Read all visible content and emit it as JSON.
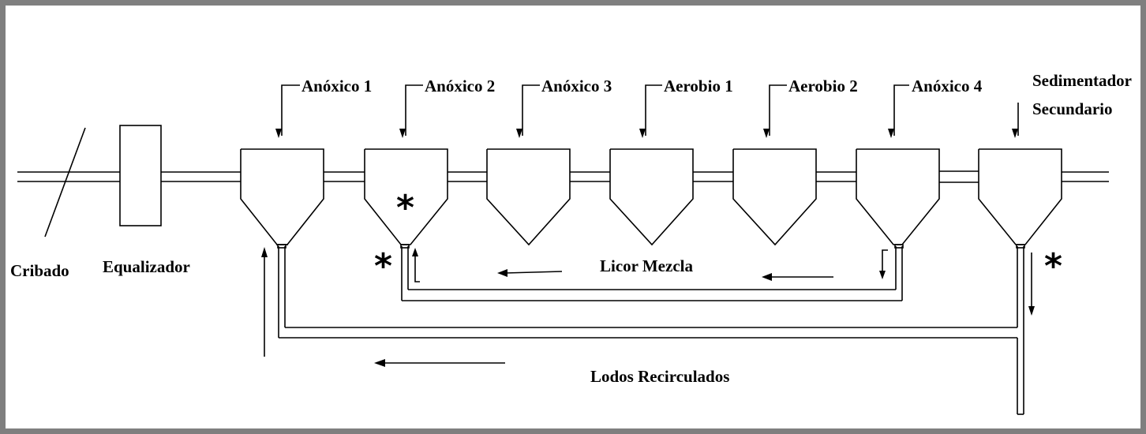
{
  "diagram": {
    "stage_labels": [
      "Anóxico 1",
      "Anóxico 2",
      "Anóxico 3",
      "Aerobio 1",
      "Aerobio 2",
      "Anóxico 4"
    ],
    "clarifier_label_line1": "Sedimentador",
    "clarifier_label_line2": "Secundario",
    "screen_label": "Cribado",
    "equalizer_label": "Equalizador",
    "mixed_liquor_label": "Licor Mezcla",
    "return_sludge_label": "Lodos Recirculados",
    "sample_point_marker": "*"
  },
  "colors": {
    "border": "#7f7f7f",
    "line": "#000000"
  }
}
